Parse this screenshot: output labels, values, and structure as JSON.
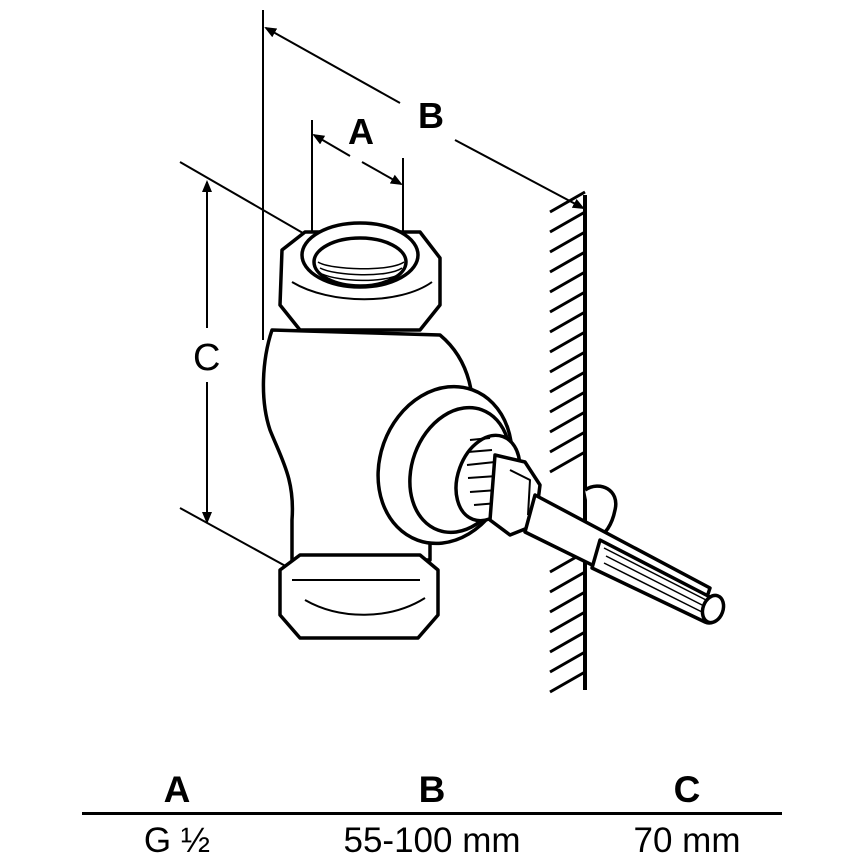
{
  "diagram": {
    "labels": {
      "a": "A",
      "b": "B",
      "c": "C"
    }
  },
  "table": {
    "headers": [
      "A",
      "B",
      "C"
    ],
    "values": [
      "G ½",
      "55-100 mm",
      "70 mm"
    ]
  }
}
